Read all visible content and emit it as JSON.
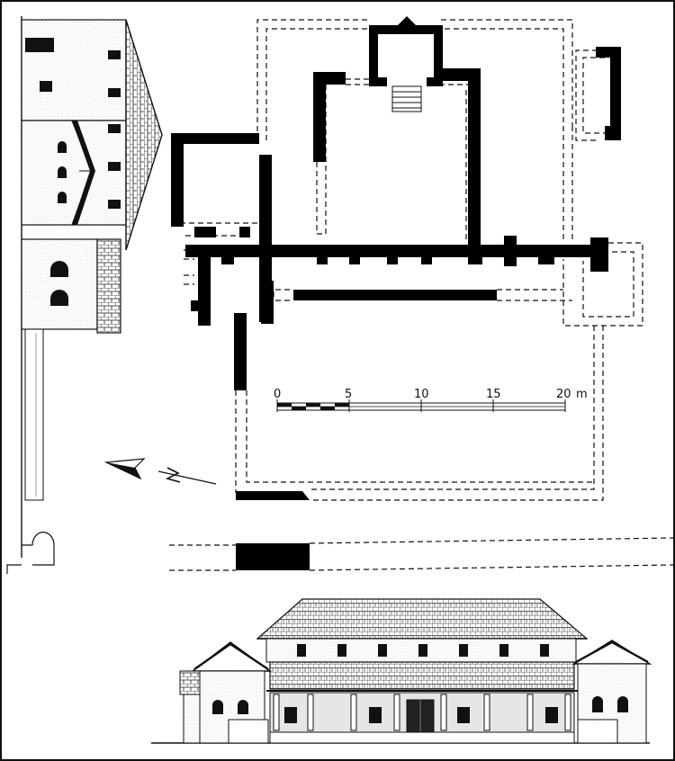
{
  "scale_bar": {
    "ticks": [
      "0",
      "5",
      "10",
      "15",
      "20"
    ],
    "unit": "m"
  },
  "colors": {
    "ink": "#111111",
    "paper": "#ffffff",
    "wall_fill": "#000000",
    "elevation_wash": "#e6e6e6"
  },
  "icons": {
    "north_arrow": "north-arrow-icon"
  }
}
